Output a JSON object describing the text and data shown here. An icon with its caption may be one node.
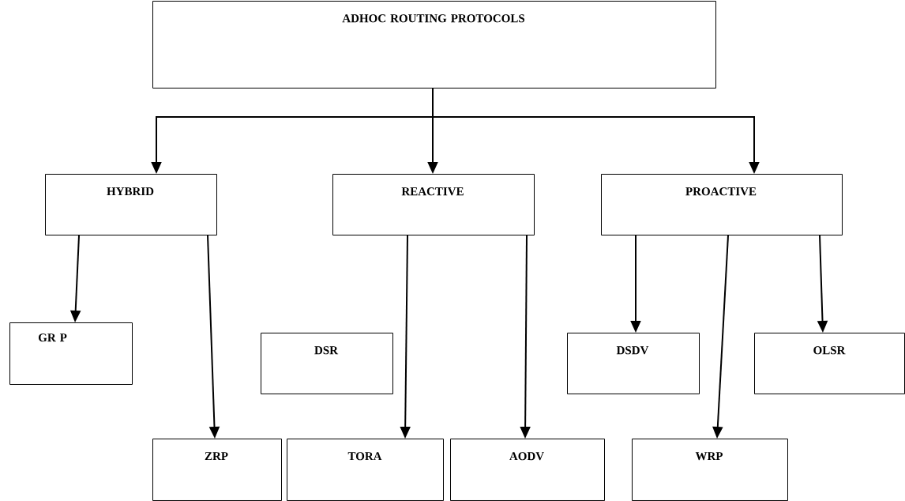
{
  "diagram": {
    "nodes": [
      {
        "text": [
          "ADHOC ROUTING PROTOCOLS"
        ]
      },
      {
        "text": [
          "HYBRID"
        ]
      },
      {
        "text": [
          "REACTIVE"
        ]
      },
      {
        "text": [
          "PROACTIVE"
        ]
      },
      {
        "text": [
          "GR P"
        ]
      },
      {
        "text": [
          "DSR"
        ]
      },
      {
        "text": [
          "DSDV"
        ]
      },
      {
        "text": [
          "OLSR"
        ]
      },
      {
        "text": [
          "ZRP"
        ]
      },
      {
        "text": [
          "TORA"
        ]
      },
      {
        "text": [
          "AODV"
        ]
      },
      {
        "text": [
          "WRP"
        ]
      }
    ],
    "edges": [
      {
        "from": 0,
        "to": 1,
        "arrow": "to"
      },
      {
        "from": 0,
        "to": 2,
        "arrow": "to"
      },
      {
        "from": 0,
        "to": 3,
        "arrow": "to"
      },
      {
        "from": 1,
        "to": 4,
        "arrow": "to"
      },
      {
        "from": 1,
        "to": 8,
        "arrow": "to"
      },
      {
        "from": 2,
        "to": 9,
        "arrow": "to"
      },
      {
        "from": 2,
        "to": 10,
        "arrow": "to"
      },
      {
        "from": 3,
        "to": 6,
        "arrow": "to"
      },
      {
        "from": 3,
        "to": 11,
        "arrow": "to"
      },
      {
        "from": 3,
        "to": 7,
        "arrow": "to"
      }
    ]
  }
}
